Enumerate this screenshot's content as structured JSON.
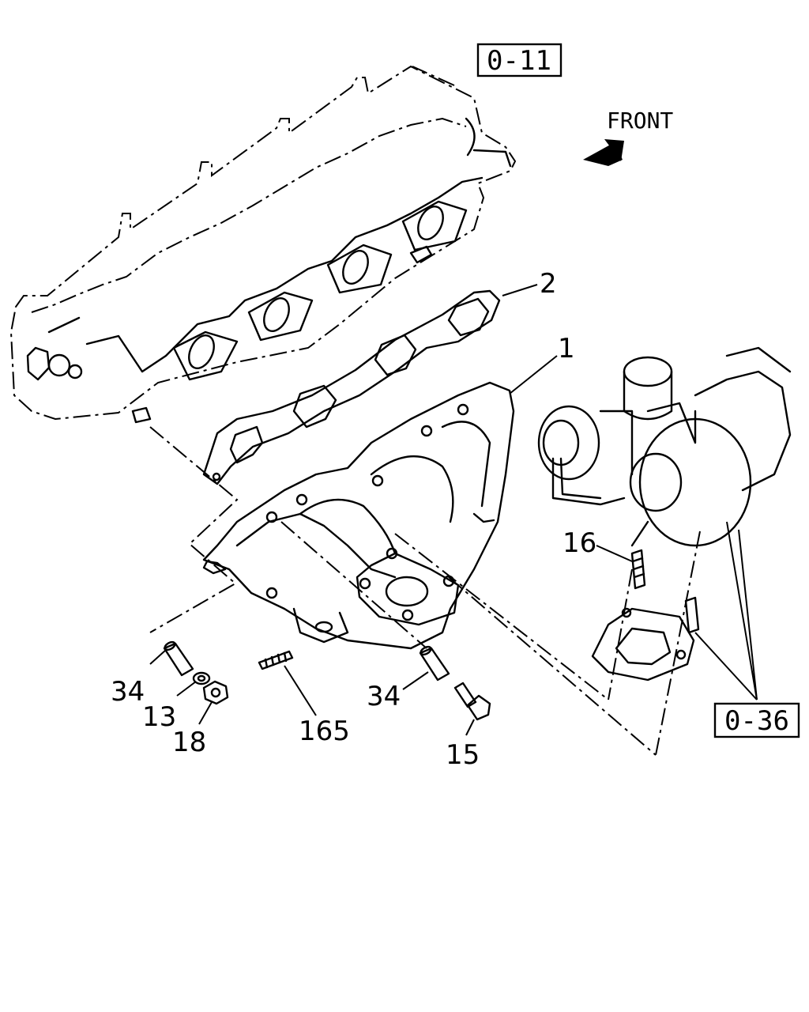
{
  "references": {
    "top_ref": "0-11",
    "bottom_ref": "0-36"
  },
  "direction_label": "FRONT",
  "callouts": {
    "part_1": "1",
    "part_2": "2",
    "part_16": "16",
    "part_34_left": "34",
    "part_13": "13",
    "part_18": "18",
    "part_165": "165",
    "part_34_right": "34",
    "part_15": "15"
  },
  "icons": {
    "direction_arrow": "front-arrow-icon"
  }
}
